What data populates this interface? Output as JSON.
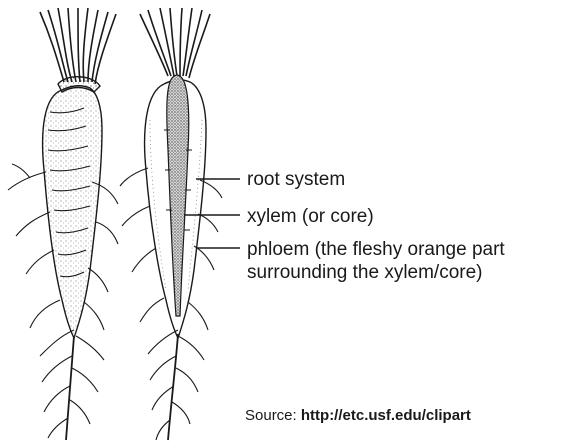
{
  "labels": {
    "root_system": "root system",
    "xylem": "xylem (or core)",
    "phloem_line1": "phloem (the fleshy orange part",
    "phloem_line2": "surrounding the xylem/core)"
  },
  "source": {
    "prefix": "Source: ",
    "url": "http://etc.usf.edu/clipart"
  },
  "colors": {
    "ink": "#1a1a1a",
    "background": "#ffffff"
  }
}
